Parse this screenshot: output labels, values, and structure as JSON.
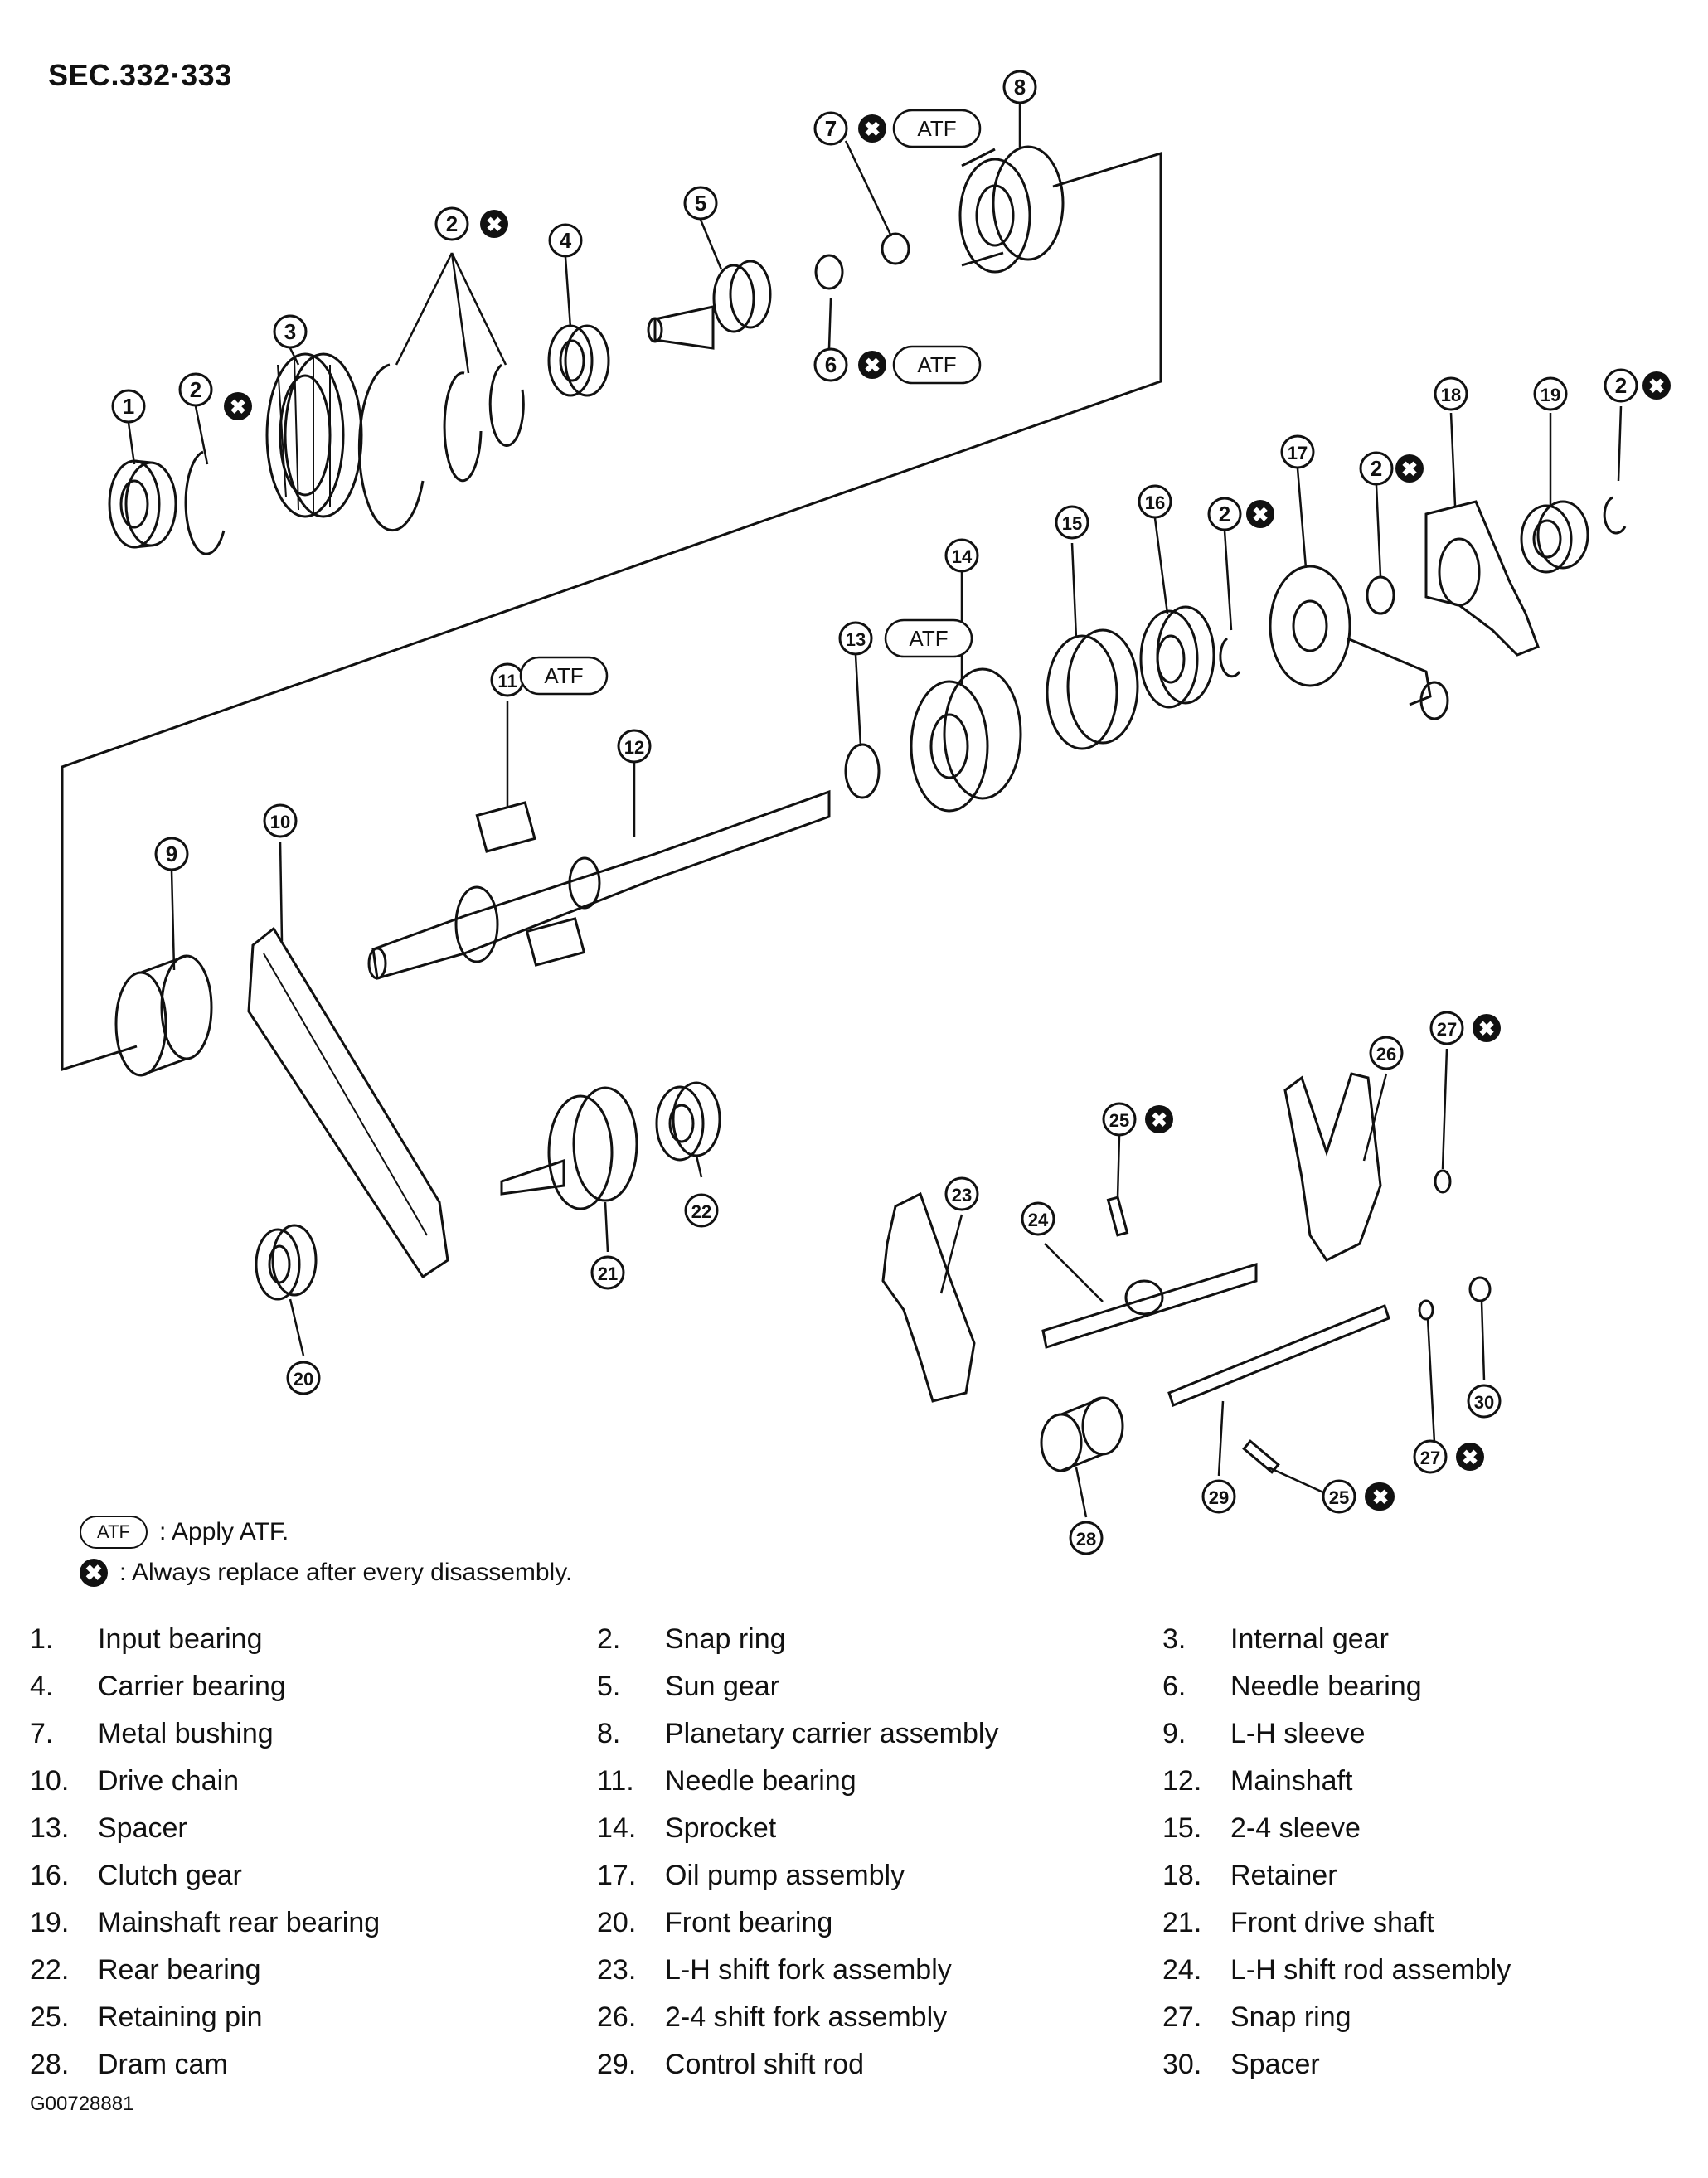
{
  "section_label": "SEC.332·333",
  "atf_label": "ATF",
  "replace_symbol": "✖",
  "legend": {
    "atf_text": ": Apply ATF.",
    "replace_text": ": Always replace after every disassembly."
  },
  "callouts": [
    "1",
    "2",
    "3",
    "4",
    "5",
    "6",
    "7",
    "8",
    "9",
    "10",
    "11",
    "12",
    "13",
    "14",
    "15",
    "16",
    "17",
    "18",
    "19",
    "20",
    "21",
    "22",
    "23",
    "24",
    "25",
    "26",
    "27",
    "28",
    "29",
    "30"
  ],
  "parts": [
    {
      "num": "1.",
      "name": "Input bearing"
    },
    {
      "num": "2.",
      "name": "Snap ring"
    },
    {
      "num": "3.",
      "name": "Internal gear"
    },
    {
      "num": "4.",
      "name": "Carrier bearing"
    },
    {
      "num": "5.",
      "name": "Sun gear"
    },
    {
      "num": "6.",
      "name": "Needle bearing"
    },
    {
      "num": "7.",
      "name": "Metal bushing"
    },
    {
      "num": "8.",
      "name": "Planetary carrier assembly"
    },
    {
      "num": "9.",
      "name": "L-H sleeve"
    },
    {
      "num": "10.",
      "name": "Drive chain"
    },
    {
      "num": "11.",
      "name": "Needle bearing"
    },
    {
      "num": "12.",
      "name": "Mainshaft"
    },
    {
      "num": "13.",
      "name": "Spacer"
    },
    {
      "num": "14.",
      "name": "Sprocket"
    },
    {
      "num": "15.",
      "name": "2-4 sleeve"
    },
    {
      "num": "16.",
      "name": "Clutch gear"
    },
    {
      "num": "17.",
      "name": "Oil pump assembly"
    },
    {
      "num": "18.",
      "name": "Retainer"
    },
    {
      "num": "19.",
      "name": "Mainshaft rear bearing"
    },
    {
      "num": "20.",
      "name": "Front bearing"
    },
    {
      "num": "21.",
      "name": "Front drive shaft"
    },
    {
      "num": "22.",
      "name": "Rear bearing"
    },
    {
      "num": "23.",
      "name": "L-H shift fork assembly"
    },
    {
      "num": "24.",
      "name": "L-H shift rod assembly"
    },
    {
      "num": "25.",
      "name": "Retaining pin"
    },
    {
      "num": "26.",
      "name": "2-4 shift fork assembly"
    },
    {
      "num": "27.",
      "name": "Snap ring"
    },
    {
      "num": "28.",
      "name": "Dram cam"
    },
    {
      "num": "29.",
      "name": "Control shift rod"
    },
    {
      "num": "30.",
      "name": "Spacer"
    }
  ],
  "figure_id": "G00728881"
}
